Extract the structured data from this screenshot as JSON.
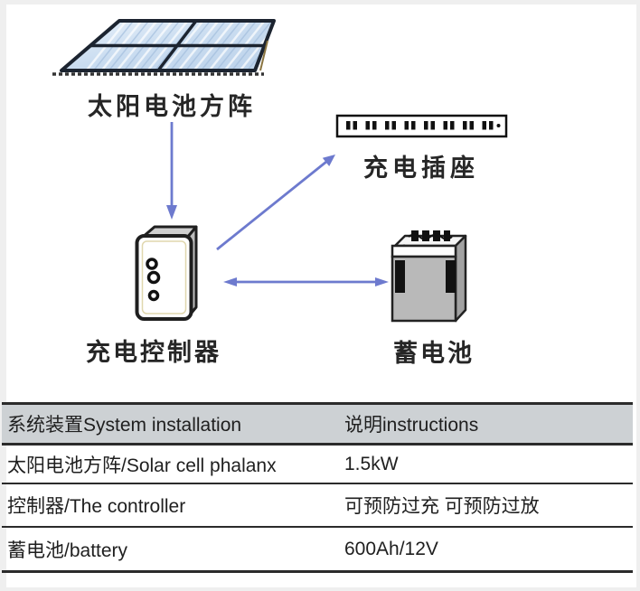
{
  "diagram": {
    "labels": {
      "solar_panel": "太阳电池方阵",
      "charging_socket": "充电插座",
      "charge_controller": "充电控制器",
      "battery": "蓄电池"
    },
    "colors": {
      "arrow": "#6d7ace",
      "panel_cell": "#cfe0f2",
      "panel_frame": "#1c2430",
      "battery_body": "#b9b9b9"
    }
  },
  "table": {
    "header": {
      "device": "系统装置System installation",
      "desc": "说明instructions"
    },
    "rows": [
      {
        "device": "太阳电池方阵/Solar cell phalanx",
        "desc": "1.5kW"
      },
      {
        "device": "控制器/The controller",
        "desc": "可预防过充  可预防过放"
      },
      {
        "device": "蓄电池/battery",
        "desc": "600Ah/12V"
      }
    ]
  }
}
